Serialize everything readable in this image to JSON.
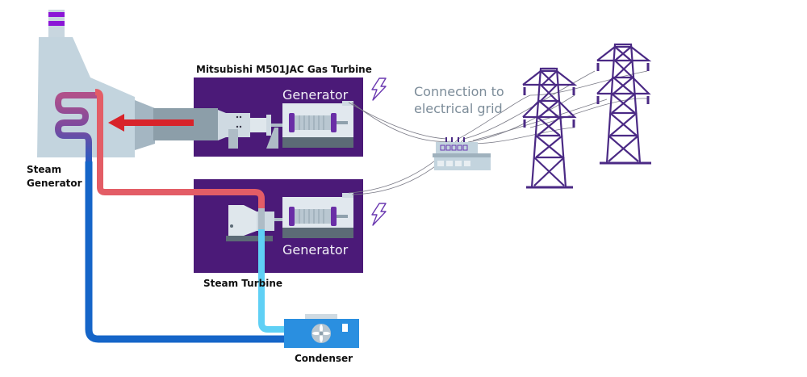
{
  "diagram": {
    "title": "Combined cycle power plant",
    "labels": {
      "steam_generator": "Steam\nGenerator",
      "gas_turbine": "Mitsubishi M501JAC Gas Turbine",
      "generator_top": "Generator",
      "generator_bottom": "Generator",
      "steam_turbine": "Steam Turbine",
      "condenser": "Condenser",
      "grid_line1": "Connection to",
      "grid_line2": "electrical grid"
    },
    "icons": [
      "lightning-icon",
      "lightning-icon",
      "fan-icon",
      "transmission-tower-icon",
      "transmission-tower-icon",
      "substation-icon",
      "exhaust-arrow-icon"
    ],
    "colors": {
      "purple_panel": "#4b1a78",
      "hot_pipe": "#e35d66",
      "cold_pipe": "#1565c8",
      "cool_pipe": "#5fd0f5",
      "exhaust_arrow": "#d8232a",
      "tower": "#4b2a85",
      "housing": "#c3d4de",
      "condenser": "#2a8fe0",
      "grid_text": "#7c8c99"
    }
  }
}
